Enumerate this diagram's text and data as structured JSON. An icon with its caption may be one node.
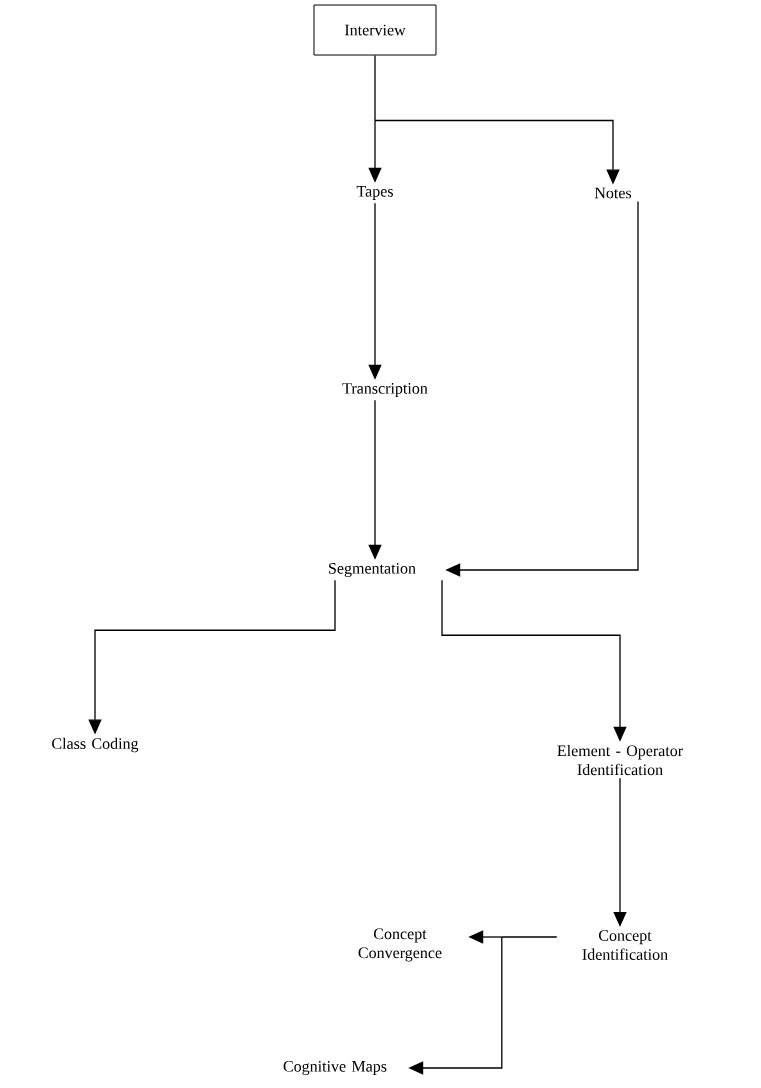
{
  "diagram": {
    "nodes": [
      {
        "text": [
          "Interview"
        ]
      },
      {
        "text": [
          "Tapes"
        ]
      },
      {
        "text": [
          "Notes"
        ]
      },
      {
        "text": [
          "Transcription"
        ]
      },
      {
        "text": [
          "Segmentation"
        ]
      },
      {
        "text": [
          "Class Coding"
        ]
      },
      {
        "text": [
          "Element - Operator Identification"
        ]
      },
      {
        "text": [
          "Concept Identification"
        ]
      },
      {
        "text": [
          "Concept Convergence"
        ]
      },
      {
        "text": [
          "Cognitive Maps"
        ]
      }
    ],
    "edges": [
      {
        "from": 0,
        "to": 1,
        "arrow": "to"
      },
      {
        "from": 0,
        "to": 2,
        "arrow": "to"
      },
      {
        "from": 1,
        "to": 3,
        "arrow": "to"
      },
      {
        "from": 3,
        "to": 4,
        "arrow": "to"
      },
      {
        "from": 2,
        "to": 4,
        "arrow": "to"
      },
      {
        "from": 4,
        "to": 5,
        "arrow": "to"
      },
      {
        "from": 4,
        "to": 6,
        "arrow": "to"
      },
      {
        "from": 6,
        "to": 7,
        "arrow": "to"
      },
      {
        "from": 7,
        "to": 8,
        "arrow": "to"
      },
      {
        "from": 7,
        "to": 9,
        "arrow": "to"
      }
    ]
  }
}
